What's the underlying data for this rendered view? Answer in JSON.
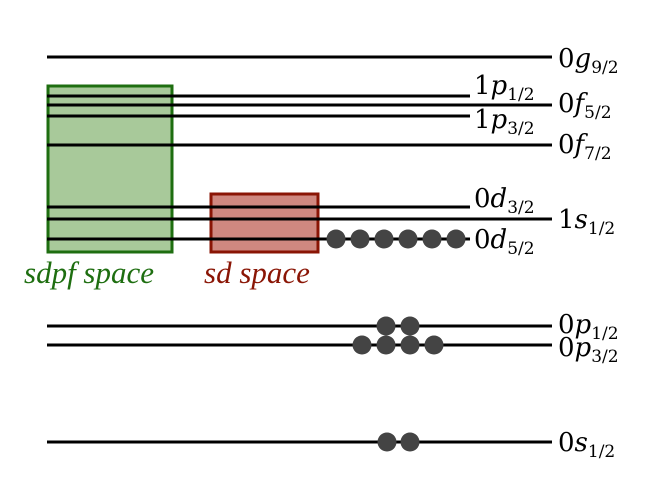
{
  "colors": {
    "line": "#000000",
    "nucleon": "#444444",
    "sdpf_fill": "#a8c99a",
    "sdpf_stroke": "#1e6e10",
    "sd_fill": "#cf8880",
    "sd_stroke": "#8a1505"
  },
  "spaces": {
    "sdpf": {
      "label": "sdpf space"
    },
    "sd": {
      "label": "sd space"
    }
  },
  "orbitals": [
    {
      "id": "0g92",
      "n": "0",
      "l": "g",
      "j": "9/2",
      "nucleons": 0
    },
    {
      "id": "1p12",
      "n": "1",
      "l": "p",
      "j": "1/2",
      "nucleons": 0
    },
    {
      "id": "0f52",
      "n": "0",
      "l": "f",
      "j": "5/2",
      "nucleons": 0
    },
    {
      "id": "1p32",
      "n": "1",
      "l": "p",
      "j": "3/2",
      "nucleons": 0
    },
    {
      "id": "0f72",
      "n": "0",
      "l": "f",
      "j": "7/2",
      "nucleons": 0
    },
    {
      "id": "0d32",
      "n": "0",
      "l": "d",
      "j": "3/2",
      "nucleons": 0
    },
    {
      "id": "1s12",
      "n": "1",
      "l": "s",
      "j": "1/2",
      "nucleons": 0
    },
    {
      "id": "0d52",
      "n": "0",
      "l": "d",
      "j": "5/2",
      "nucleons": 6
    },
    {
      "id": "0p12",
      "n": "0",
      "l": "p",
      "j": "1/2",
      "nucleons": 2
    },
    {
      "id": "0p32",
      "n": "0",
      "l": "p",
      "j": "3/2",
      "nucleons": 4
    },
    {
      "id": "0s12",
      "n": "0",
      "l": "s",
      "j": "1/2",
      "nucleons": 2
    }
  ]
}
